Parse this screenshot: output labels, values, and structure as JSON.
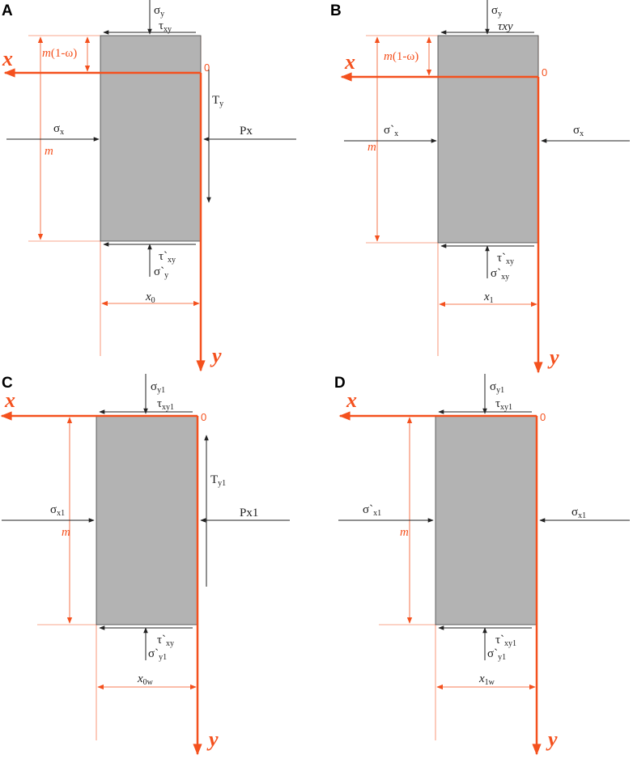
{
  "colors": {
    "axis": "#f4511e",
    "block": "#b3b3b3",
    "arrow": "#222222"
  },
  "panels": {
    "A": {
      "label": "A",
      "axis_x": "x",
      "axis_y": "y",
      "origin": "0",
      "sigma_top": "σ",
      "sigma_top_sub": "y",
      "tau_top": "τ",
      "tau_top_sub": "xy",
      "T_label": "T",
      "T_sub": "y",
      "sigma_left": "σ",
      "sigma_left_sub": "x",
      "right_label": "Px",
      "m_omega_m": "m",
      "m_omega_rest": "(1-ω)",
      "m_label": "m",
      "tau_bottom": "τ`",
      "tau_bottom_sub": "xy",
      "sigma_bottom": "σ`",
      "sigma_bottom_sub": "y",
      "width_label": "x",
      "width_sub": "0"
    },
    "B": {
      "label": "B",
      "axis_x": "x",
      "axis_y": "y",
      "origin": "0",
      "sigma_top": "σ",
      "sigma_top_sub": "y",
      "tau_top": "τxy",
      "sigma_left": "σ`",
      "sigma_left_sub": "x",
      "sigma_right": "σ",
      "sigma_right_sub": "x",
      "m_omega_m": "m",
      "m_omega_rest": "(1-ω)",
      "m_label": "m",
      "tau_bottom": "τ`",
      "tau_bottom_sub": "xy",
      "sigma_bottom": "σ`",
      "sigma_bottom_sub": "xy",
      "width_label": "x",
      "width_sub": "1"
    },
    "C": {
      "label": "C",
      "axis_x": "x",
      "axis_y": "y",
      "origin": "0",
      "sigma_top": "σ",
      "sigma_top_sub": "y1",
      "tau_top": "τ",
      "tau_top_sub": "xy1",
      "T_label": "T",
      "T_sub": "y1",
      "sigma_left": "σ",
      "sigma_left_sub": "x1",
      "right_label": "Px1",
      "m_label": "m",
      "tau_bottom": "τ`",
      "tau_bottom_sub": "xy",
      "sigma_bottom": "σ`",
      "sigma_bottom_sub": "y1",
      "width_label": "x",
      "width_sub": "0w"
    },
    "D": {
      "label": "D",
      "axis_x": "x",
      "axis_y": "y",
      "origin": "0",
      "sigma_top": "σ",
      "sigma_top_sub": "y1",
      "tau_top": "τ",
      "tau_top_sub": "xy1",
      "sigma_left": "σ`",
      "sigma_left_sub": "x1",
      "sigma_right": "σ",
      "sigma_right_sub": "x1",
      "m_label": "m",
      "tau_bottom": "τ`",
      "tau_bottom_sub": "xy1",
      "sigma_bottom": "σ`",
      "sigma_bottom_sub": "y1",
      "width_label": "x",
      "width_sub": "1w"
    }
  }
}
